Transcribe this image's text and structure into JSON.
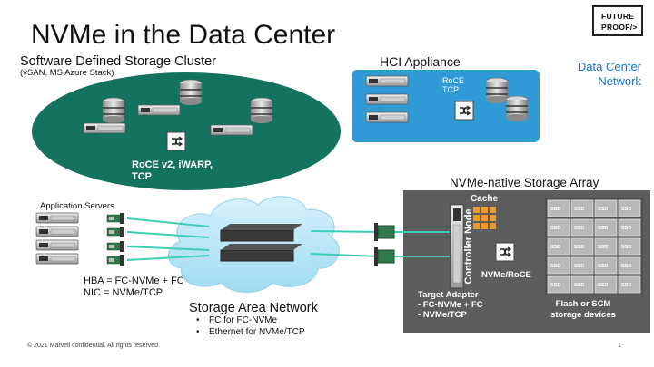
{
  "slide": {
    "title": "NVMe in the Data Center",
    "logo": {
      "line1": "FUTURE",
      "line2": "PROOF/>"
    },
    "copyright": "© 2021 Marvell confidential. All rights reserved.",
    "page_number": "1"
  },
  "sds": {
    "title": "Software Defined Storage Cluster",
    "subtitle": "(vSAN, MS Azure Stack)",
    "protocols": [
      "RoCE v2, iWARP,",
      "TCP"
    ]
  },
  "hci": {
    "title": "HCI Appliance",
    "protocols": [
      "RoCE",
      "TCP"
    ]
  },
  "dc_network": {
    "lines": [
      "Data Center",
      "Network"
    ]
  },
  "app_servers": {
    "label": "Application Servers",
    "notes": [
      "HBA = FC-NVMe + FC",
      "NIC = NVMe/TCP"
    ]
  },
  "san": {
    "title": "Storage Area Network",
    "bullets": [
      "FC for FC-NVMe",
      "Ethernet for NVMe/TCP"
    ]
  },
  "array": {
    "title": "NVMe-native Storage Array",
    "cache_label": "Cache",
    "controller_label": "Controller Node",
    "switch_label": "NVMe/RoCE",
    "target_adapter": [
      "Target Adapter",
      "-    FC-NVMe + FC",
      "-    NVMe/TCP"
    ],
    "flash_label": [
      "Flash or SCM",
      "storage devices"
    ],
    "ssd_label": "SSD"
  },
  "colors": {
    "sds_ellipse": "#14735e",
    "hci_box": "#2f9ad6",
    "array_box": "#5d5d5d",
    "link": "#3ccfb5",
    "cache": "#f39a1e",
    "accent_blue": "#1a73c8"
  }
}
